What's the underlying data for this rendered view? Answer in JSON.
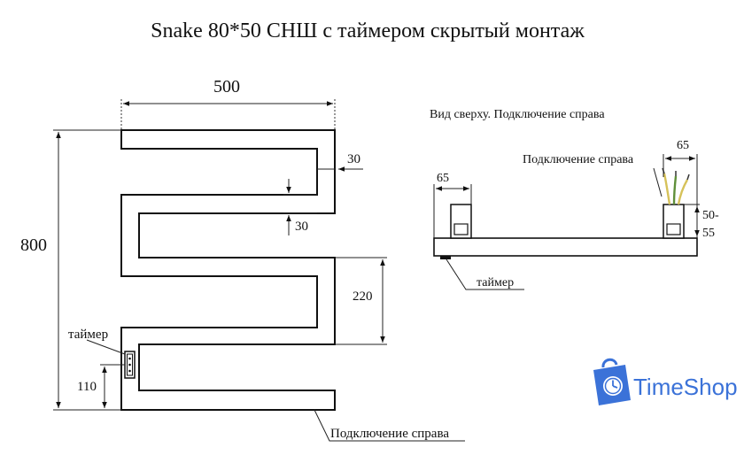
{
  "title": "Snake 80*50 СНШ с таймером скрытый монтаж",
  "front_view": {
    "width_label": "500",
    "height_label": "800",
    "gap_label": "30",
    "tube_label": "30",
    "spacing_label": "220",
    "timer_height_label": "110",
    "timer_label": "таймер",
    "connection_label": "Подключение справа"
  },
  "top_view": {
    "heading": "Вид сверху. Подключение справа",
    "connection_label": "Подключение справа",
    "left_offset_label": "65",
    "right_offset_label": "65",
    "depth_label_line1": "50-",
    "depth_label_line2": "55",
    "timer_label": "таймер"
  },
  "logo": {
    "text": "TimeShop",
    "icon": "clock-bag-icon"
  },
  "colors": {
    "ink": "#111111",
    "logo_blue": "#3b72d8",
    "wire_yellow": "#d6c25a",
    "wire_green": "#5f8f3a"
  }
}
